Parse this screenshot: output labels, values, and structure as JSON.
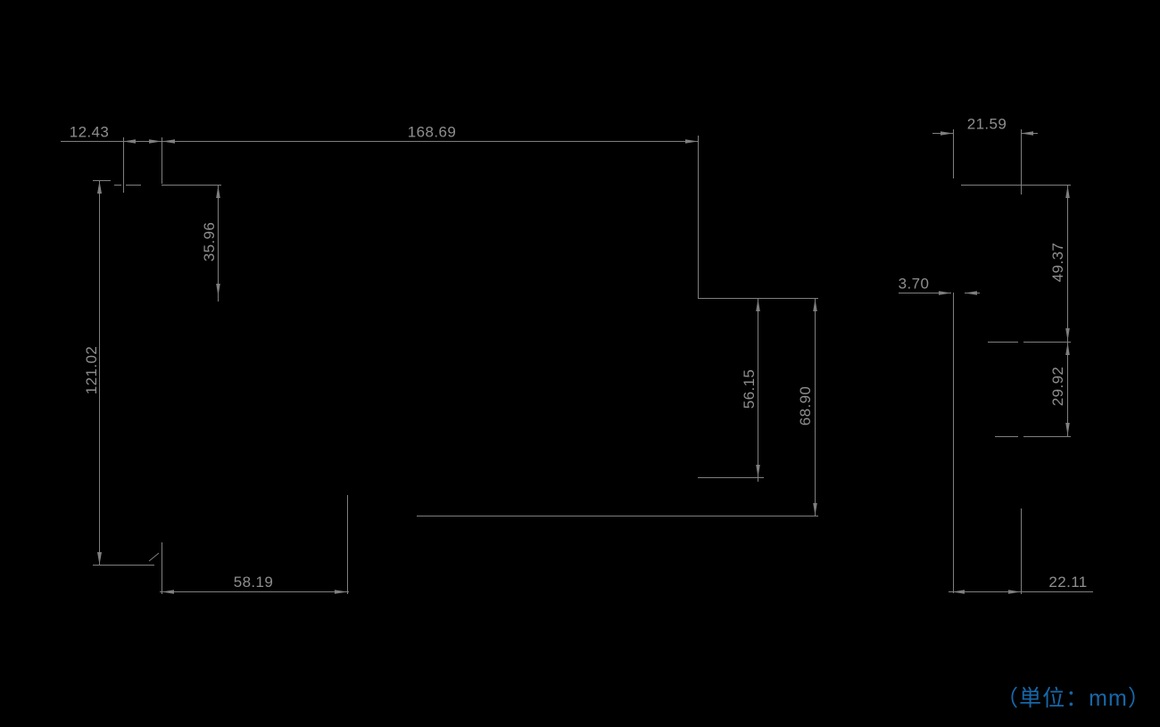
{
  "front_view": {
    "width_offset": "12.43",
    "width_total": "168.69",
    "height_top_step": "35.96",
    "height_total": "121.02",
    "height_step": "56.15",
    "height_right": "68.90",
    "width_notch": "58.19"
  },
  "side_view": {
    "width_top": "21.59",
    "thickness": "3.70",
    "height_upper": "49.37",
    "height_middle": "29.92",
    "width_bottom": "22.11"
  },
  "note": {
    "unit_label": "（単位：mm）",
    "color": "#1767a8"
  },
  "style": {
    "line_color": "#7f7f7f",
    "text_color": "#8e8e8e",
    "background": "#000000"
  }
}
